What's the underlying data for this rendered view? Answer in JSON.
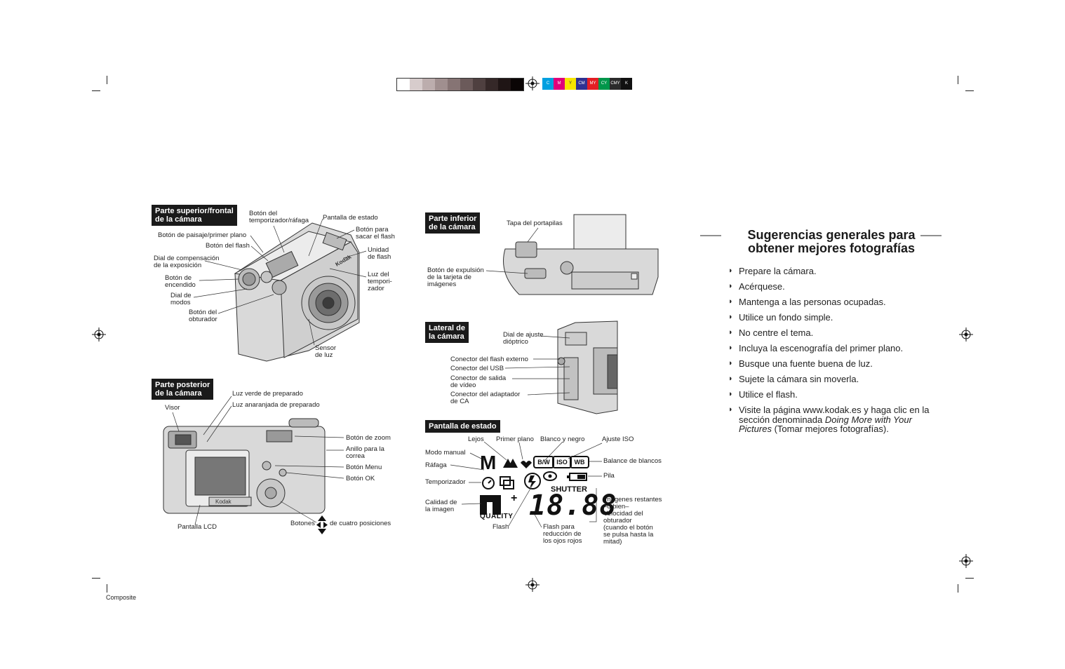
{
  "registration": {
    "color_swatches": [
      {
        "label": "C",
        "color": "#00a0e0"
      },
      {
        "label": "M",
        "color": "#e0007a"
      },
      {
        "label": "Y",
        "color": "#f6e500"
      },
      {
        "label": "CM",
        "color": "#2f3192"
      },
      {
        "label": "MY",
        "color": "#e31e24"
      },
      {
        "label": "CY",
        "color": "#00964a"
      },
      {
        "label": "CMY",
        "color": "#2b2b2b"
      },
      {
        "label": "K",
        "color": "#111111"
      }
    ],
    "composite_label": "Composite"
  },
  "top_front": {
    "header": "Parte superior/frontal\nde la cámara",
    "labels": {
      "self_timer": "Botón del\ntemporizador/ráfaga",
      "status_display": "Pantalla de estado",
      "landscape": "Botón de paisaje/primer plano",
      "flash_button": "Botón del flash",
      "pop_flash": "Botón para\nsacar el flash",
      "flash_unit": "Unidad\nde flash",
      "exposure_dial": "Dial de compensación\nde la exposición",
      "self_timer_light": "Luz del\ntempori-\nzador",
      "power": "Botón de\nencendido",
      "mode_dial": "Dial de\nmodos",
      "shutter": "Botón del\nobturador",
      "light_sensor": "Sensor\nde luz"
    }
  },
  "back": {
    "header": "Parte posterior\nde la cámara",
    "labels": {
      "green_ready": "Luz verde de preparado",
      "amber_ready": "Luz anaranjada de preparado",
      "viewfinder": "Visor",
      "zoom": "Botón de zoom",
      "strap": "Anillo para la\ncorrea",
      "menu": "Botón Menu",
      "ok": "Botón OK",
      "lcd": "Pantalla LCD",
      "four_way_a": "Botones",
      "four_way_b": "de cuatro posiciones"
    },
    "camera_brand": "Kodak"
  },
  "bottom": {
    "header": "Parte inferior\nde la cámara",
    "labels": {
      "battery_door": "Tapa del portapilas",
      "card_eject": "Botón de expulsión\nde la tarjeta de\nimágenes"
    }
  },
  "side": {
    "header": "Lateral de\nla cámara",
    "labels": {
      "diopter": "Dial de ajuste\ndióptrico",
      "ext_flash": "Conector del flash externo",
      "usb": "Conector del USB",
      "video": "Conector de salida\nde vídeo",
      "ac": "Conector del adaptador\nde CA"
    }
  },
  "status": {
    "header": "Pantalla de estado",
    "labels": {
      "far": "Lejos",
      "close_up": "Primer plano",
      "bw": "Blanco y negro",
      "iso_setting": "Ajuste ISO",
      "manual": "Modo manual",
      "burst": "Ráfaga",
      "timer": "Temporizador",
      "quality": "Calidad de\nla imagen",
      "flash": "Flash",
      "redeye": "Flash para\nreducción de\nlos ojos rojos",
      "wb": "Balance de blancos",
      "battery": "Pila",
      "remaining": "Imágenes restantes\n–o bien–\nVelocidad del\nobturador\n(cuando el botón\nse pulsa hasta la\nmitad)"
    },
    "lcd": {
      "mode_letter": "M",
      "bw_badge": "B/W",
      "iso_badge": "ISO",
      "wb_badge": "WB",
      "shutter_word": "SHUTTER",
      "digits": "18.88",
      "plus": "+",
      "quality_word": "QUALITY"
    }
  },
  "tips": {
    "title_line1": "Sugerencias generales para",
    "title_line2": "obtener mejores fotografías",
    "bullet": "◗",
    "items": [
      "Prepare la cámara.",
      "Acérquese.",
      "Mantenga a las personas ocupadas.",
      "Utilice un fondo simple.",
      "No centre el tema.",
      "Incluya la escenografía del primer plano.",
      "Busque una fuente buena de luz.",
      "Sujete la cámara sin moverla.",
      "Utilice el flash."
    ],
    "last_item": {
      "prefix": "Visite la página www.kodak.es y haga clic en la sección denominada ",
      "italic": "Doing More with Your Pictures",
      "suffix": " (Tomar mejores fotografías)."
    }
  }
}
